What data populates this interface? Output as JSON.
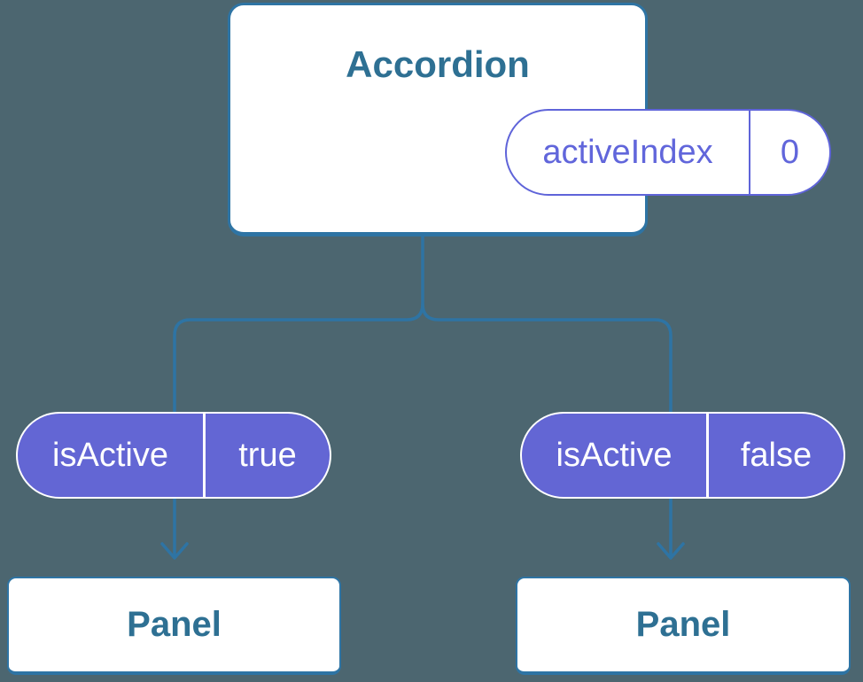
{
  "diagram": {
    "root": {
      "title": "Accordion",
      "prop": {
        "name": "activeIndex",
        "value": "0"
      }
    },
    "children": [
      {
        "prop": {
          "name": "isActive",
          "value": "true"
        },
        "panel_label": "Panel"
      },
      {
        "prop": {
          "name": "isActive",
          "value": "false"
        },
        "panel_label": "Panel"
      }
    ],
    "colors": {
      "background": "#4C6670",
      "connector_blue": "#2E74A4",
      "heading_blue": "#2E7093",
      "state_purple_fill": "#6366D4",
      "prop_purple_border": "#5F64D9",
      "node_fill": "#FFFFFF"
    }
  }
}
